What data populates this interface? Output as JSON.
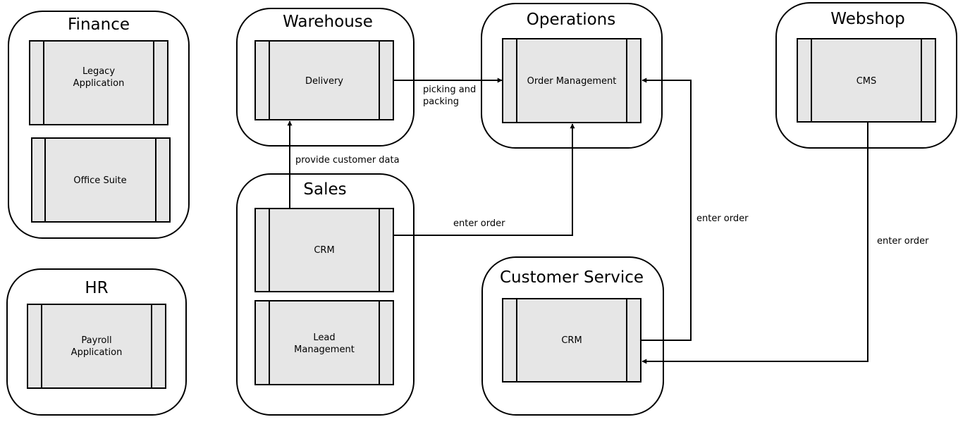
{
  "colors": {
    "group_fill": "#ffffff",
    "system_fill": "#e6e6e6",
    "stroke": "#000000"
  },
  "groups": {
    "finance": {
      "title": "Finance",
      "systems": {
        "legacy": [
          "Legacy",
          "Application"
        ],
        "office": [
          "Office Suite"
        ]
      }
    },
    "hr": {
      "title": "HR",
      "systems": {
        "payroll": [
          "Payroll",
          "Application"
        ]
      }
    },
    "warehouse": {
      "title": "Warehouse",
      "systems": {
        "delivery": [
          "Delivery"
        ]
      }
    },
    "sales": {
      "title": "Sales",
      "systems": {
        "crm": [
          "CRM"
        ],
        "lead": [
          "Lead",
          "Management"
        ]
      }
    },
    "operations": {
      "title": "Operations",
      "systems": {
        "order": [
          "Order Management"
        ]
      }
    },
    "customer_service": {
      "title": "Customer Service",
      "systems": {
        "crm": [
          "CRM"
        ]
      }
    },
    "webshop": {
      "title": "Webshop",
      "systems": {
        "cms": [
          "CMS"
        ]
      }
    }
  },
  "connections": {
    "delivery_to_order": [
      "picking and",
      "packing"
    ],
    "sales_crm_to_delivery": [
      "provide customer data"
    ],
    "sales_crm_to_order": [
      "enter order"
    ],
    "cs_crm_to_order": [
      "enter order"
    ],
    "cms_to_cs_crm": [
      "enter order"
    ]
  }
}
